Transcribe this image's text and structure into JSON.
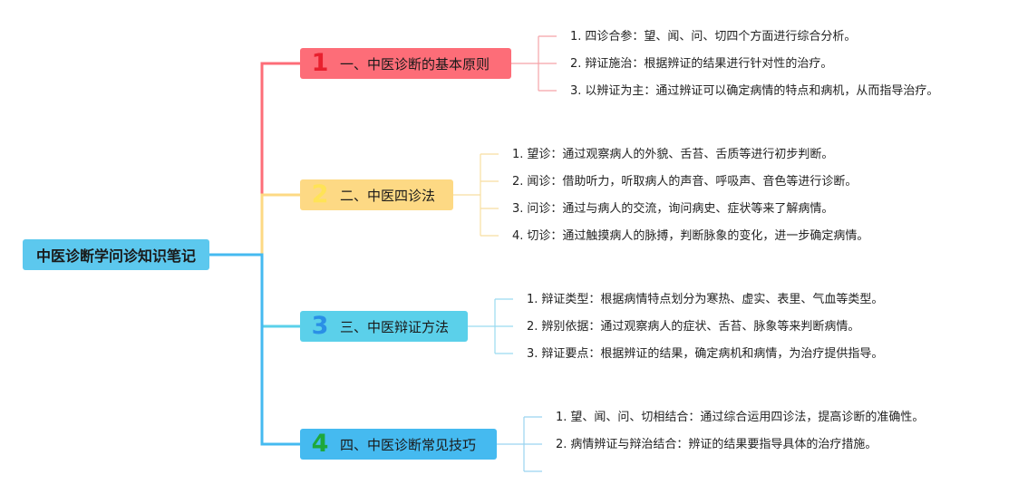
{
  "colors": {
    "b1": "#fd6d78",
    "b2": "#fdd984",
    "b3": "#5bd0ea",
    "b4": "#45baf0",
    "num1": "#e8202e",
    "num2": "#ffe356",
    "num3": "#2a8fe6",
    "num4": "#1ea83c"
  },
  "root": {
    "title": "中医诊断学问诊知识笔记"
  },
  "branches": [
    {
      "num": "1",
      "title": "一、中医诊断的基本原则",
      "items": [
        {
          "idx": "1.",
          "text": "四诊合参：望、闻、问、切四个方面进行综合分析。"
        },
        {
          "idx": "2.",
          "text": "辩证施治：根据辨证的结果进行针对性的治疗。"
        },
        {
          "idx": "3.",
          "text": "以辨证为主：通过辨证可以确定病情的特点和病机，从而指导治疗。"
        }
      ]
    },
    {
      "num": "2",
      "title": "二、中医四诊法",
      "items": [
        {
          "idx": "1.",
          "text": "望诊：通过观察病人的外貌、舌苔、舌质等进行初步判断。"
        },
        {
          "idx": "2.",
          "text": "闻诊：借助听力，听取病人的声音、呼吸声、音色等进行诊断。"
        },
        {
          "idx": "3.",
          "text": "问诊：通过与病人的交流，询问病史、症状等来了解病情。"
        },
        {
          "idx": "4.",
          "text": "切诊：通过触摸病人的脉搏，判断脉象的变化，进一步确定病情。"
        }
      ]
    },
    {
      "num": "3",
      "title": "三、中医辩证方法",
      "items": [
        {
          "idx": "1.",
          "text": "辩证类型：根据病情特点划分为寒热、虚实、表里、气血等类型。"
        },
        {
          "idx": "2.",
          "text": "辨别依据：通过观察病人的症状、舌苔、脉象等来判断病情。"
        },
        {
          "idx": "3.",
          "text": "辩证要点：根据辨证的结果，确定病机和病情，为治疗提供指导。"
        }
      ]
    },
    {
      "num": "4",
      "title": "四、中医诊断常见技巧",
      "items": [
        {
          "idx": "1.",
          "text": "望、闻、问、切相结合：通过综合运用四诊法，提高诊断的准确性。"
        },
        {
          "idx": "2.",
          "text": "病情辨证与辩治结合：辨证的结果要指导具体的治疗措施。"
        }
      ]
    }
  ]
}
